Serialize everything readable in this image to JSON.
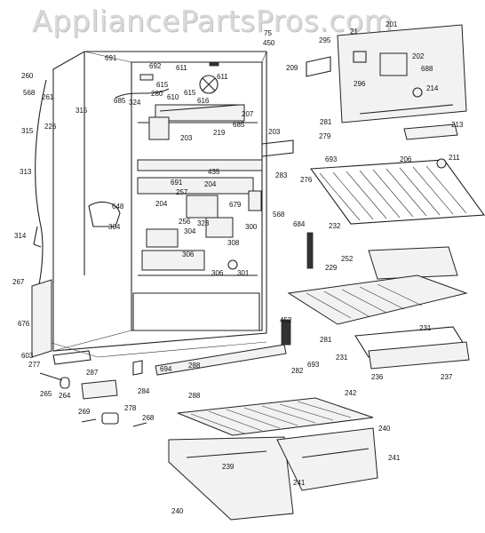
{
  "watermark": "AppliancePartsPros.com",
  "labels": {
    "l691a": "691",
    "l692": "692",
    "l611a": "611",
    "l610": "610",
    "l615a": "615",
    "l615b": "615",
    "l611b": "611",
    "l280": "280",
    "l685a": "685",
    "l324": "324",
    "l207": "207",
    "l685b": "685",
    "l219": "219",
    "l203a": "203",
    "l203b": "203",
    "l260": "260",
    "l261": "261",
    "l568a": "568",
    "l315a": "315",
    "l315b": "315",
    "l226": "226",
    "l313": "313",
    "l314": "314",
    "l267": "267",
    "l676": "676",
    "l603": "603",
    "l277": "277",
    "l265": "265",
    "l264": "264",
    "l287": "287",
    "l269": "269",
    "l278": "278",
    "l268": "268",
    "l435": "435",
    "l204a": "204",
    "l691b": "691",
    "l257": "257",
    "l204b": "204",
    "l648": "648",
    "l304a": "304",
    "l256": "256",
    "l304b": "304",
    "l679": "679",
    "l323": "323",
    "l308": "308",
    "l300": "300",
    "l306a": "306",
    "l306b": "306",
    "l301": "301",
    "l568b": "568",
    "l684": "684",
    "l232": "232",
    "l283": "283",
    "l276": "276",
    "l693a": "693",
    "l279": "279",
    "l281a": "281",
    "l206": "206",
    "l211": "211",
    "l252": "252",
    "l229": "229",
    "l231a": "231",
    "l231b": "231",
    "l236": "236",
    "l237": "237",
    "l452": "452",
    "l281b": "281",
    "l282": "282",
    "l693b": "693",
    "l284": "284",
    "l694": "694",
    "l288a": "288",
    "l288b": "288",
    "l242": "242",
    "l240a": "240",
    "l240b": "240",
    "l239": "239",
    "l241a": "241",
    "l241b": "241",
    "l209": "209",
    "l295": "295",
    "l296": "296",
    "l202": "202",
    "l688": "688",
    "l214": "214",
    "l213": "213",
    "l75": "75",
    "l450": "450",
    "l21": "21",
    "l201": "201",
    "l616": "616"
  }
}
